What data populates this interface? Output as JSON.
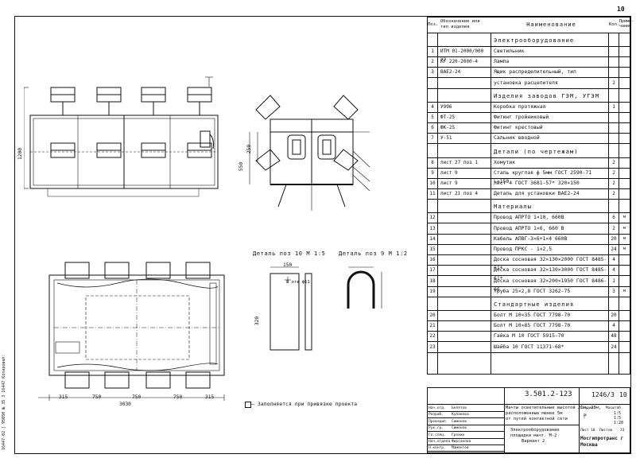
{
  "page_number": "10",
  "table": {
    "headers": {
      "pos": "Поз.",
      "designation": "Обозначение или тип изделия",
      "name": "Наименование",
      "qty": "Кол.",
      "note": "Приме-чание"
    },
    "sections": {
      "electro": "Электрооборудование",
      "izdelia": "Изделия заводов ГЭМ, УГЭМ",
      "details": "Детали (по чертежам)",
      "materials": "Материалы",
      "standard": "Стандартные изделия"
    },
    "rows": [
      {
        "pos": "1",
        "des": "ИТМ 01-2000/000 У2",
        "name": "Светильник",
        "qty": "",
        "note": ""
      },
      {
        "pos": "2",
        "des": "КГ 220-2000-4",
        "name": "Лампа",
        "qty": "",
        "note": ""
      },
      {
        "pos": "3",
        "des": "ВАЕ2-24",
        "name": "Ящик распределительный, тип",
        "qty": "",
        "note": ""
      },
      {
        "pos": "",
        "des": "",
        "name": "установка расцепителя",
        "qty": "2",
        "note": ""
      },
      {
        "pos": "4",
        "des": "У996",
        "name": "Коробка протяжная",
        "qty": "1",
        "note": ""
      },
      {
        "pos": "5",
        "des": "ФТ-25",
        "name": "Фитинг тройниковый",
        "qty": "",
        "note": ""
      },
      {
        "pos": "6",
        "des": "ФК-25",
        "name": "Фитинг крестовый",
        "qty": "",
        "note": ""
      },
      {
        "pos": "7",
        "des": "У-51",
        "name": "Сальник вводной",
        "qty": "",
        "note": ""
      },
      {
        "pos": "8",
        "des": "лист 27 поз 1",
        "name": "Хомутик",
        "qty": "2",
        "note": ""
      },
      {
        "pos": "9",
        "des": "лист 9",
        "name": "Сталь круглая ф 5мм ГОСТ 2590-71 L=150",
        "qty": "2",
        "note": ""
      },
      {
        "pos": "10",
        "des": "лист 9",
        "name": "лист 4 ГОСТ 3681-57* 320×150",
        "qty": "2",
        "note": ""
      },
      {
        "pos": "11",
        "des": "лист 21 поз 4",
        "name": "Деталь для установки ВАЕ2-24",
        "qty": "2",
        "note": ""
      },
      {
        "pos": "12",
        "des": "",
        "name": "Провод АПРТО 1×10, 660В",
        "qty": "6",
        "note": "м"
      },
      {
        "pos": "13",
        "des": "",
        "name": "Провод АПРТО 1×6, 660 В",
        "qty": "2",
        "note": "м"
      },
      {
        "pos": "14",
        "des": "",
        "name": "Кабель АПВГ-3×6+1×4 660В",
        "qty": "20",
        "note": "м"
      },
      {
        "pos": "15",
        "des": "",
        "name": "Провод ПРКС - 1×2,5",
        "qty": "24",
        "note": "м"
      },
      {
        "pos": "16",
        "des": "",
        "name": "Доска сосновая 32×130×2000 ГОСТ 8485-61*",
        "qty": "4",
        "note": ""
      },
      {
        "pos": "17",
        "des": "",
        "name": "Доска сосновая 32×130×3000 ГОСТ 8485-61*",
        "qty": "4",
        "note": ""
      },
      {
        "pos": "18",
        "des": "",
        "name": "Доска сосновая 32×200×1950 ГОСТ 8486-66",
        "qty": "1",
        "note": ""
      },
      {
        "pos": "19",
        "des": "",
        "name": "Труба 25×2,8 ГОСТ 3262-75",
        "qty": "3",
        "note": "м"
      },
      {
        "pos": "20",
        "des": "",
        "name": "Болт М 10×35 ГОСТ 7798-70",
        "qty": "20",
        "note": ""
      },
      {
        "pos": "21",
        "des": "",
        "name": "Болт М 10×85 ГОСТ 7798-70",
        "qty": "4",
        "note": ""
      },
      {
        "pos": "22",
        "des": "",
        "name": "Гайка М 10 ГОСТ 5915-70",
        "qty": "48",
        "note": ""
      },
      {
        "pos": "23",
        "des": "",
        "name": "Шайба 10 ГОСТ 11371-68*",
        "qty": "24",
        "note": ""
      }
    ]
  },
  "details": {
    "detail10": "Деталь поз 10 М 1:5",
    "detail9": "Деталь поз 9 М 1:2",
    "note": "— Заполняется при привязке проекта"
  },
  "dims": {
    "h1200": "1200",
    "h250": "250",
    "h550": "550",
    "w315a": "315",
    "w750a": "750",
    "w750b": "750",
    "w750c": "750",
    "w315b": "315",
    "total": "3030",
    "d150": "150",
    "d320": "320",
    "d50": "50",
    "d8": "8 отв ф11"
  },
  "stamp": {
    "code": "3.501.2-123",
    "sheet_no": "1246/3",
    "page": "10",
    "title1": "Мачты осветительные высотой 21м, 28м,",
    "title2": "расположенные менее 5м",
    "title3": "от путей контактной сети",
    "sub1": "Электрооборудование",
    "sub2": "площадки мачт. М-2",
    "sub3": "Вариант 2",
    "org": "Мосгипротранс г Москва",
    "stage_label": "Стадия",
    "sheet_label": "Лист",
    "sheets_label": "Листов",
    "scale_label": "Масштаб",
    "sheet_val": "10",
    "sheets_val": "33",
    "stage_val": "Р",
    "scales": [
      "1:5",
      "1:5",
      "1:20"
    ],
    "people": [
      {
        "role": "Нач.отд.",
        "name": "Белятов"
      },
      {
        "role": "Разраб.",
        "name": "Кулакова"
      },
      {
        "role": "Проверил",
        "name": "Симонов"
      },
      {
        "role": "Рук.гр.",
        "name": "Симонов"
      },
      {
        "role": "Гл.спец.",
        "name": "Грохин"
      },
      {
        "role": "Нач.отдела",
        "name": "Фирсанова"
      },
      {
        "role": "Н.контр.",
        "name": "Мамонтов"
      }
    ],
    "side_note": "16447-02 | 95050 № 35 3 16447 Копировал:"
  }
}
